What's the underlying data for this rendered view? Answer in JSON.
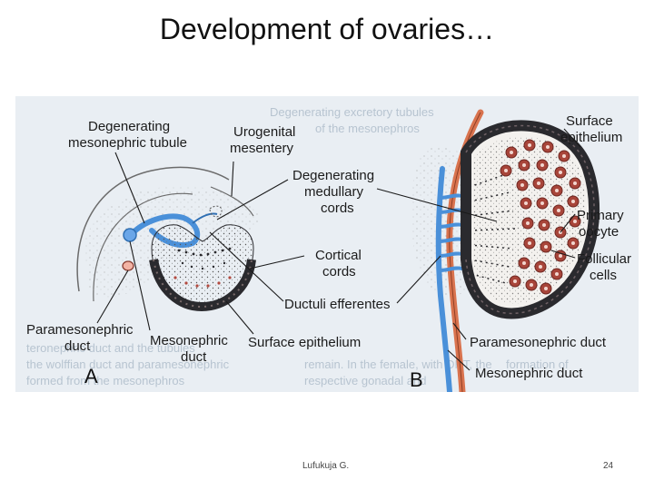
{
  "title": "Development of ovaries…",
  "figure": {
    "panel_a": {
      "letter": "A",
      "labels": {
        "degenerating_tubule_1": "Degenerating",
        "degenerating_tubule_2": "mesonephric tubule",
        "urogenital_1": "Urogenital",
        "urogenital_2": "mesentery",
        "medullary_1": "Degenerating",
        "medullary_2": "medullary",
        "medullary_3": "cords",
        "cortical_1": "Cortical",
        "cortical_2": "cords",
        "ductuli": "Ductuli efferentes",
        "paramesonephric_1": "Paramesonephric",
        "paramesonephric_2": "duct",
        "mesonephric_1": "Mesonephric",
        "mesonephric_2": "duct",
        "surface_epithelium": "Surface epithelium"
      }
    },
    "panel_b": {
      "letter": "B",
      "labels": {
        "surface_1": "Surface",
        "surface_2": "epithelium",
        "primary_1": "Primary",
        "primary_2": "oocyte",
        "follicular_1": "Follicular",
        "follicular_2": "cells",
        "paramesonephric_duct": "Paramesonephric duct",
        "mesonephric_duct": "Mesonephric duct"
      }
    },
    "colors": {
      "background": "#e9eef3",
      "mesonephric_blue": "#4a90d9",
      "paramesonephric_orange": "#d9734e",
      "oocyte_red": "#a8453a",
      "epithelium_dark": "#2a2a2e"
    }
  },
  "footer": {
    "author": "Lufukuja G.",
    "page": "24"
  }
}
